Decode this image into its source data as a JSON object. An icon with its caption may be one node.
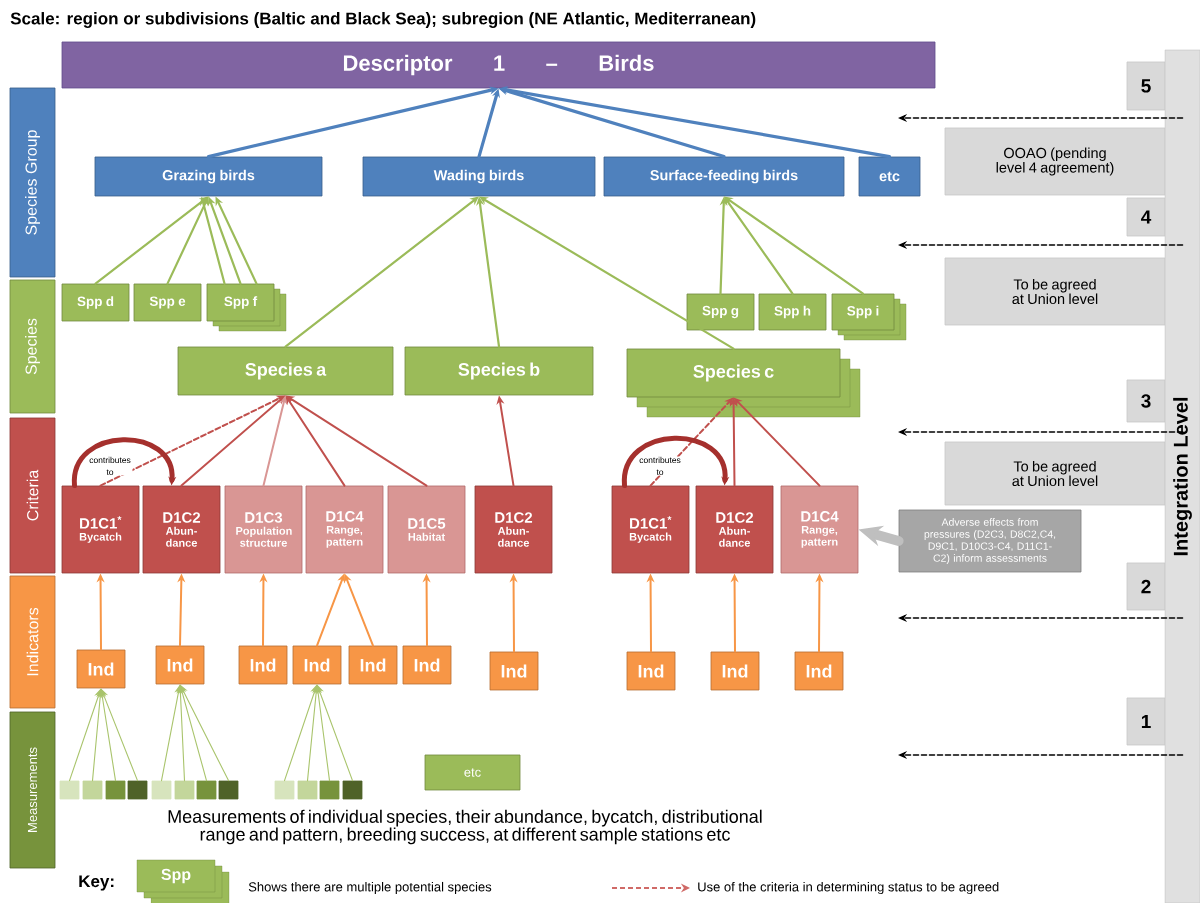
{
  "diagram": {
    "title": "Scale: region or subdivisions (Baltic and Black Sea); subregion (NE Atlantic, Mediterranean)",
    "nodes": [
      {
        "text": [
          "Descriptor 1 – Birds"
        ]
      },
      {
        "text": [
          "Species Group"
        ]
      },
      {
        "text": [
          "Species"
        ]
      },
      {
        "text": [
          "Criteria"
        ]
      },
      {
        "text": [
          "Indicators"
        ]
      },
      {
        "text": [
          "Measurements"
        ]
      },
      {
        "text": [
          "Grazing birds"
        ]
      },
      {
        "text": [
          "Wading birds"
        ]
      },
      {
        "text": [
          "Surface-feeding birds"
        ]
      },
      {
        "text": [
          "etc"
        ]
      },
      {
        "text": [
          "Spp d"
        ]
      },
      {
        "text": [
          "Spp e"
        ]
      },
      {
        "text": [
          "Spp f"
        ]
      },
      {
        "text": [
          "Spp g"
        ]
      },
      {
        "text": [
          "Spp h"
        ]
      },
      {
        "text": [
          "Spp i"
        ]
      },
      {
        "text": [
          "Species a"
        ]
      },
      {
        "text": [
          "Species b"
        ]
      },
      {
        "text": [
          "Species c"
        ]
      },
      {
        "text": [
          "D1C1$^{*}$",
          "Bycatch"
        ]
      },
      {
        "text": [
          "D1C2",
          "Abun- dance"
        ]
      },
      {
        "text": [
          "D1C3",
          "Population structure"
        ]
      },
      {
        "text": [
          "D1C4",
          "Range, pattern"
        ]
      },
      {
        "text": [
          "D1C5",
          "Habitat"
        ]
      },
      {
        "text": [
          "D1C2",
          "Abun- dance"
        ]
      },
      {
        "text": [
          "D1C1$^{*}$",
          "Bycatch"
        ]
      },
      {
        "text": [
          "D1C2",
          "Abun- dance"
        ]
      },
      {
        "text": [
          "D1C4",
          "Range, pattern"
        ]
      },
      {
        "text": [
          "Adverse effects from pressures (D2C3, D8C2,C4, D9C1, D10C3-C4, D11C1-C2) inform assessments"
        ]
      },
      {
        "text": [
          "Ind"
        ]
      },
      {
        "text": [
          "Ind"
        ]
      },
      {
        "text": [
          "Ind"
        ]
      },
      {
        "text": [
          "Ind"
        ]
      },
      {
        "text": [
          "Ind"
        ]
      },
      {
        "text": [
          "Ind"
        ]
      },
      {
        "text": [
          "Ind"
        ]
      },
      {
        "text": [
          "Ind"
        ]
      },
      {
        "text": [
          "Ind"
        ]
      },
      {
        "text": [
          "Ind"
        ]
      },
      {
        "text": [],
        "shape": "box"
      },
      {
        "text": [],
        "shape": "box"
      },
      {
        "text": [],
        "shape": "box"
      },
      {
        "text": [],
        "shape": "box"
      },
      {
        "text": [],
        "shape": "box"
      },
      {
        "text": [],
        "shape": "box"
      },
      {
        "text": [],
        "shape": "box"
      },
      {
        "text": [],
        "shape": "box"
      },
      {
        "text": [],
        "shape": "box"
      },
      {
        "text": [],
        "shape": "box"
      },
      {
        "text": [],
        "shape": "box"
      },
      {
        "text": [],
        "shape": "box"
      },
      {
        "text": [
          "etc"
        ]
      },
      {
        "text": [
          "5"
        ]
      },
      {
        "text": [
          "OOAO (pending level 4 agreement)"
        ]
      },
      {
        "text": [
          "4"
        ]
      },
      {
        "text": [
          "To be agreed at Union level"
        ]
      },
      {
        "text": [
          "3"
        ]
      },
      {
        "text": [
          "To be agreed at Union level"
        ]
      },
      {
        "text": [
          "2"
        ]
      },
      {
        "text": [
          "1"
        ]
      },
      {
        "text": [
          "Integration Level"
        ]
      }
    ],
    "edges": [
      {
        "from": 6,
        "to": 0,
        "arrow": "to",
        "color": "#4f81bd"
      },
      {
        "from": 7,
        "to": 0,
        "arrow": "to",
        "color": "#4f81bd"
      },
      {
        "from": 8,
        "to": 0,
        "arrow": "to",
        "color": "#4f81bd"
      },
      {
        "from": 9,
        "to": 0,
        "arrow": "to",
        "color": "#4f81bd"
      },
      {
        "from": 10,
        "to": 6,
        "arrow": "to",
        "color": "#9bbb59"
      },
      {
        "from": 11,
        "to": 6,
        "arrow": "to",
        "color": "#9bbb59"
      },
      {
        "from": 12,
        "to": 6,
        "arrow": "to",
        "color": "#9bbb59"
      },
      {
        "from": 12,
        "to": 6,
        "arrow": "to",
        "color": "#9bbb59"
      },
      {
        "from": 12,
        "to": 6,
        "arrow": "to",
        "color": "#9bbb59"
      },
      {
        "from": 16,
        "to": 7,
        "arrow": "to",
        "color": "#9bbb59"
      },
      {
        "from": 17,
        "to": 7,
        "arrow": "to",
        "color": "#9bbb59"
      },
      {
        "from": 18,
        "to": 7,
        "arrow": "to",
        "color": "#9bbb59"
      },
      {
        "from": 13,
        "to": 8,
        "arrow": "to",
        "color": "#9bbb59"
      },
      {
        "from": 14,
        "to": 8,
        "arrow": "to",
        "color": "#9bbb59"
      },
      {
        "from": 15,
        "to": 8,
        "arrow": "to",
        "color": "#9bbb59"
      },
      {
        "from": 19,
        "to": 16,
        "arrow": "to",
        "style": "dashed",
        "color": "#c0504d"
      },
      {
        "from": 20,
        "to": 16,
        "arrow": "to",
        "color": "#c0504d"
      },
      {
        "from": 21,
        "to": 16,
        "arrow": "to",
        "color": "#d99694"
      },
      {
        "from": 22,
        "to": 16,
        "arrow": "to",
        "color": "#c0504d"
      },
      {
        "from": 23,
        "to": 16,
        "arrow": "to",
        "color": "#c0504d"
      },
      {
        "from": 24,
        "to": 17,
        "arrow": "to",
        "color": "#c0504d"
      },
      {
        "from": 25,
        "to": 18,
        "arrow": "to",
        "style": "dashed",
        "color": "#c0504d"
      },
      {
        "from": 26,
        "to": 18,
        "arrow": "to",
        "color": "#c0504d"
      },
      {
        "from": 27,
        "to": 18,
        "arrow": "to",
        "color": "#c0504d"
      },
      {
        "from": 19,
        "to": 20,
        "arrow": "to",
        "label": "contributes to",
        "style": "thick",
        "color": "#a5302d"
      },
      {
        "from": 25,
        "to": 26,
        "arrow": "to",
        "label": "contributes to",
        "style": "thick",
        "color": "#a5302d"
      },
      {
        "from": 28,
        "to": 27,
        "arrow": "to",
        "style": "thick",
        "color": "#bfbfbf"
      },
      {
        "from": 29,
        "to": 19,
        "arrow": "to",
        "color": "#f79646"
      },
      {
        "from": 30,
        "to": 20,
        "arrow": "to",
        "color": "#f79646"
      },
      {
        "from": 31,
        "to": 21,
        "arrow": "to",
        "color": "#f79646"
      },
      {
        "from": 32,
        "to": 22,
        "arrow": "to",
        "color": "#f79646"
      },
      {
        "from": 33,
        "to": 22,
        "arrow": "to",
        "color": "#f79646"
      },
      {
        "from": 34,
        "to": 23,
        "arrow": "to",
        "color": "#f79646"
      },
      {
        "from": 35,
        "to": 24,
        "arrow": "to",
        "color": "#f79646"
      },
      {
        "from": 36,
        "to": 25,
        "arrow": "to",
        "color": "#f79646"
      },
      {
        "from": 37,
        "to": 26,
        "arrow": "to",
        "color": "#f79646"
      },
      {
        "from": 38,
        "to": 27,
        "arrow": "to",
        "color": "#f79646"
      },
      {
        "from": 39,
        "to": 29,
        "arrow": "to",
        "color": "#a9c46c"
      },
      {
        "from": 40,
        "to": 29,
        "arrow": "to",
        "color": "#a9c46c"
      },
      {
        "from": 41,
        "to": 29,
        "arrow": "to",
        "color": "#a9c46c"
      },
      {
        "from": 42,
        "to": 29,
        "arrow": "to",
        "color": "#a9c46c"
      },
      {
        "from": 43,
        "to": 30,
        "arrow": "to",
        "color": "#a9c46c"
      },
      {
        "from": 44,
        "to": 30,
        "arrow": "to",
        "color": "#a9c46c"
      },
      {
        "from": 45,
        "to": 30,
        "arrow": "to",
        "color": "#a9c46c"
      },
      {
        "from": 46,
        "to": 30,
        "arrow": "to",
        "color": "#a9c46c"
      },
      {
        "from": 47,
        "to": 32,
        "arrow": "to",
        "color": "#a9c46c"
      },
      {
        "from": 48,
        "to": 32,
        "arrow": "to",
        "color": "#a9c46c"
      },
      {
        "from": 49,
        "to": 32,
        "arrow": "to",
        "color": "#a9c46c"
      },
      {
        "from": 50,
        "to": 32,
        "arrow": "to",
        "color": "#a9c46c"
      },
      {
        "from": 60,
        "to": null,
        "arrow": "to",
        "style": "dashed",
        "color": "#000000"
      },
      {
        "from": 60,
        "to": null,
        "arrow": "to",
        "style": "dashed",
        "color": "#000000"
      },
      {
        "from": 60,
        "to": null,
        "arrow": "to",
        "style": "dashed",
        "color": "#000000"
      },
      {
        "from": 60,
        "to": null,
        "arrow": "to",
        "style": "dashed",
        "color": "#000000"
      },
      {
        "from": 60,
        "to": null,
        "arrow": "to",
        "style": "dashed",
        "color": "#000000"
      }
    ],
    "labels": [
      "Key:",
      "Spp",
      "Measurements of individual species, their abundance, bycatch, distributional range and pattern, breeding success, at different sample stations etc"
    ],
    "legend": [
      {
        "text": "Shows there are multiple potential species"
      },
      {
        "text": "Use of the criteria in determining status to be agreed"
      }
    ]
  }
}
